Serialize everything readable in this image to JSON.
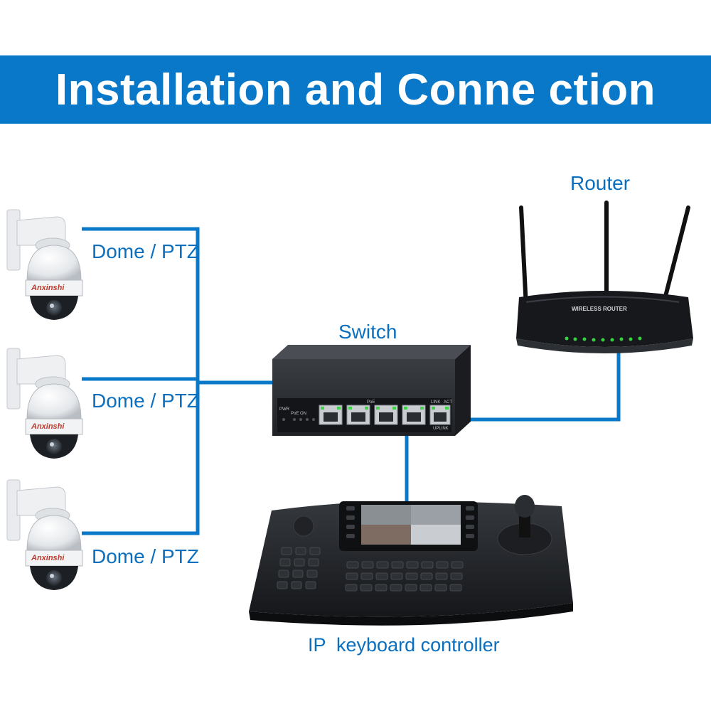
{
  "title": "Installation and Conne ction",
  "labels": {
    "router": "Router",
    "switch": "Switch",
    "dome1": "Dome / PTZ",
    "dome2": "Dome / PTZ",
    "dome3": "Dome / PTZ",
    "keyboard": "IP  keyboard controller"
  },
  "device_text": {
    "camera_brand": "Anxinshi",
    "router_model": "WIRELESS ROUTER",
    "switch_pwr": "PWR",
    "switch_poe": "PoE ON",
    "switch_poe_top": "PoE",
    "switch_link": "LINK",
    "switch_act": "ACT",
    "switch_uplink": "UPLINK"
  },
  "colors": {
    "accent": "#0a78c8",
    "label": "#0a6fbf",
    "line": "#0a78c8"
  }
}
